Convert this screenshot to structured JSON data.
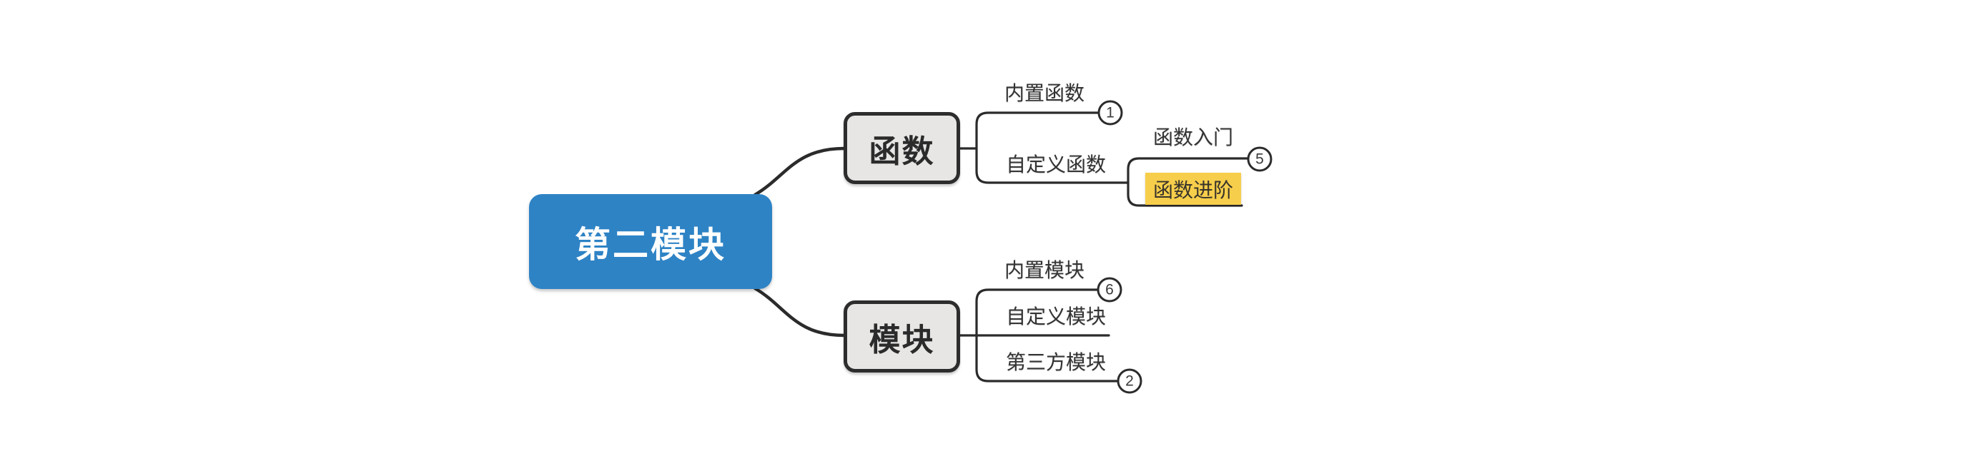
{
  "root": {
    "label": "第二模块"
  },
  "topics": {
    "functions": {
      "label": "函数",
      "children": {
        "built_in": {
          "label": "内置函数",
          "badge": "1"
        },
        "custom": {
          "label": "自定义函数",
          "children": {
            "basics": {
              "label": "函数入门",
              "badge": "5"
            },
            "advanced": {
              "label": "函数进阶",
              "highlighted": true
            }
          }
        }
      }
    },
    "modules": {
      "label": "模块",
      "children": {
        "built_in": {
          "label": "内置模块",
          "badge": "6"
        },
        "custom": {
          "label": "自定义模块"
        },
        "third_party": {
          "label": "第三方模块",
          "badge": "2"
        }
      }
    }
  },
  "colors": {
    "root_fill": "#2E83C5",
    "root_text": "#FFFFFF",
    "topic_fill": "#E7E6E4",
    "topic_border": "#2D2D2D",
    "topic_text": "#2B2B2B",
    "highlight_fill": "#F7CE4B",
    "highlight_text": "#39342B",
    "line": "#2B2B2B",
    "label_text": "#333333",
    "badge_fill": "#FFFFFF",
    "badge_border": "#2B2B2B",
    "badge_text": "#3A3A3A"
  }
}
